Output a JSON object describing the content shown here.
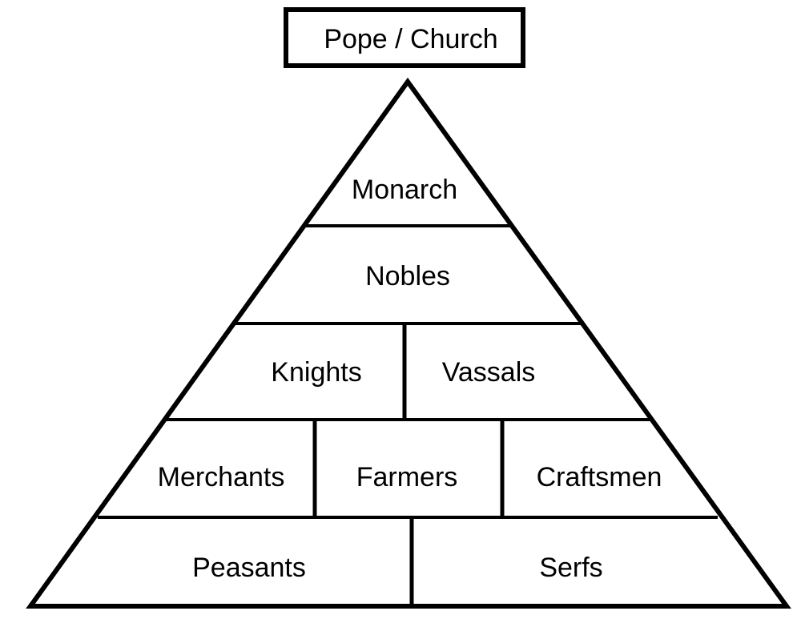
{
  "top_box": {
    "label": "Pope / Church"
  },
  "pyramid": {
    "tiers": [
      {
        "cells": [
          "Monarch"
        ]
      },
      {
        "cells": [
          "Nobles"
        ]
      },
      {
        "cells": [
          "Knights",
          "Vassals"
        ]
      },
      {
        "cells": [
          "Merchants",
          "Farmers",
          "Craftsmen"
        ]
      },
      {
        "cells": [
          "Peasants",
          "Serfs"
        ]
      }
    ]
  },
  "colors": {
    "stroke": "#000000",
    "background": "#ffffff",
    "text": "#000000"
  }
}
